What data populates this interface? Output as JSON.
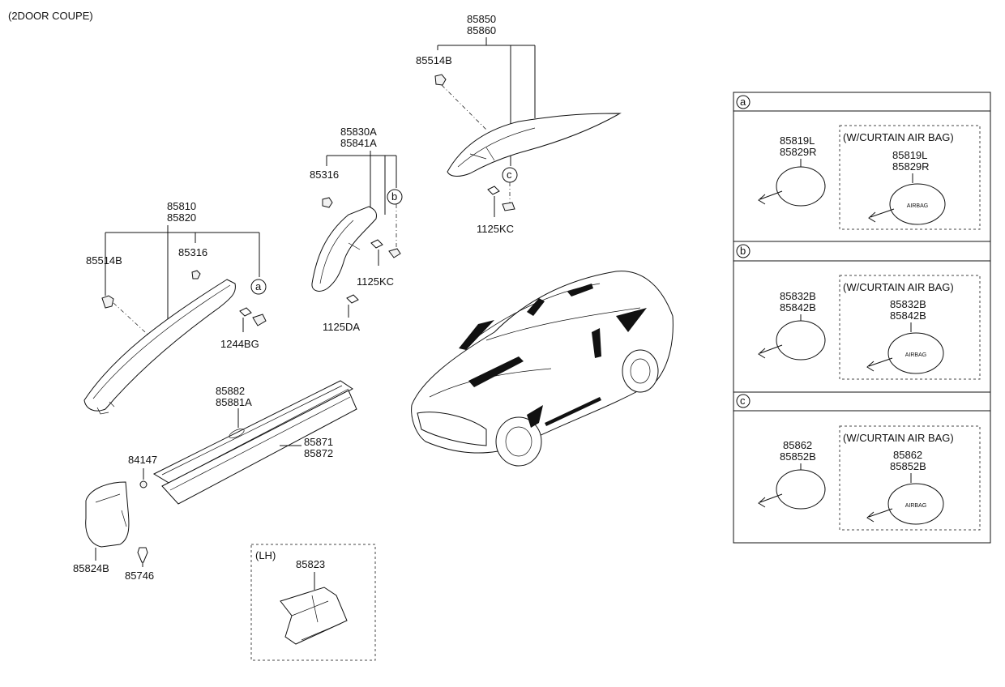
{
  "header": {
    "title": "(2DOOR COUPE)"
  },
  "callouts": {
    "pillar_a": {
      "lines": [
        "85810",
        "85820"
      ]
    },
    "a_clip": "85514B",
    "a_screw_clip": "85316",
    "a_ref": "a",
    "a_bolt": "1244BG",
    "pillar_b": {
      "lines": [
        "85830A",
        "85841A"
      ]
    },
    "b_clip": "85316",
    "b_ref": "b",
    "b_bolt_upper": "1125KC",
    "b_bolt_lower": "1125DA",
    "pillar_c": {
      "lines": [
        "85850",
        "85860"
      ]
    },
    "c_clip": "85514B",
    "c_ref": "c",
    "c_bolt": "1125KC",
    "scuff_plate": {
      "lines": [
        "85882",
        "85881A"
      ]
    },
    "side_sill": {
      "lines": [
        "85871",
        "85872"
      ]
    },
    "cowl_fastener": "84147",
    "cowl_trim": "85824B",
    "cowl_screw": "85746",
    "lh_box": {
      "title": "(LH)",
      "part": "85823"
    }
  },
  "legend_panels": [
    {
      "letter": "a",
      "left_lines": [
        "85819L",
        "85829R"
      ],
      "right_title": "(W/CURTAIN AIR BAG)",
      "right_lines": [
        "85819L",
        "85829R"
      ]
    },
    {
      "letter": "b",
      "left_lines": [
        "85832B",
        "85842B"
      ],
      "right_title": "(W/CURTAIN AIR BAG)",
      "right_lines": [
        "85832B",
        "85842B"
      ]
    },
    {
      "letter": "c",
      "left_lines": [
        "85862",
        "85852B"
      ],
      "right_title": "(W/CURTAIN AIR BAG)",
      "right_lines": [
        "85862",
        "85852B"
      ]
    }
  ],
  "emblem_text": "AIRBAG",
  "colors": {
    "ink": "#111111",
    "paper": "#ffffff"
  }
}
